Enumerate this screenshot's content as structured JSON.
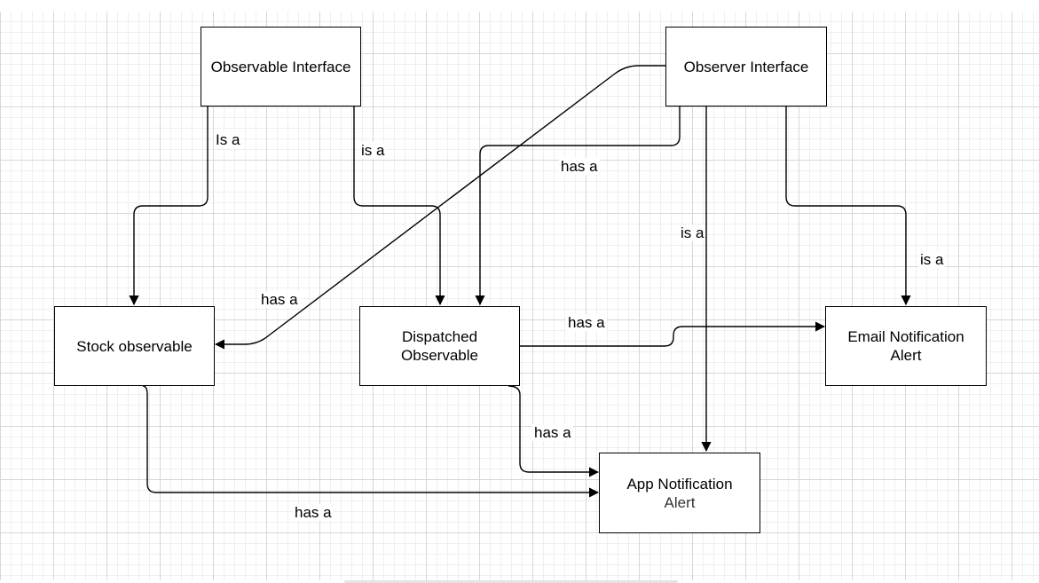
{
  "diagram": {
    "nodes": {
      "observable_interface": {
        "label": "Observable Interface"
      },
      "observer_interface": {
        "label": "Observer Interface"
      },
      "stock_observable": {
        "label": "Stock observable"
      },
      "dispatched_observable": {
        "line1": "Dispatched",
        "line2": "Observable"
      },
      "email_alert": {
        "line1": "Email Notification",
        "line2": "Alert"
      },
      "app_alert": {
        "line1": "App Notification",
        "line2": "Alert"
      }
    },
    "edges": {
      "obs_to_stock": "Is a",
      "obs_to_dispatched": "is a",
      "observer_to_dispatched": "has a",
      "observer_to_app": "is a",
      "observer_to_email": "is a",
      "observer_to_stock": "has a",
      "dispatched_to_email": "has a",
      "dispatched_to_app": "has a",
      "stock_to_app": "has a"
    }
  }
}
